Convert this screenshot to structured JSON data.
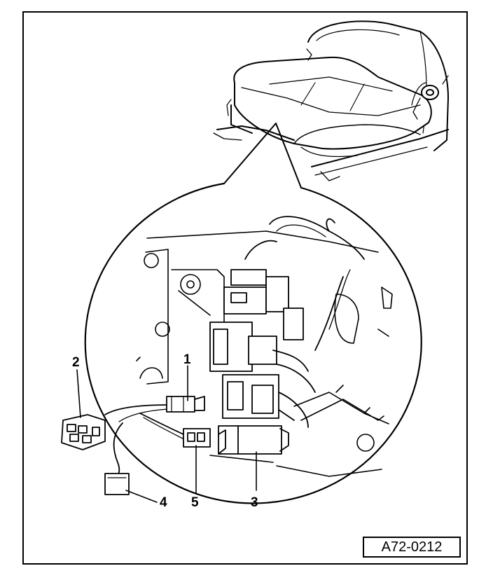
{
  "figure": {
    "reference_code": "A72-0212",
    "callouts": [
      {
        "id": "1",
        "label": "1"
      },
      {
        "id": "2",
        "label": "2"
      },
      {
        "id": "3",
        "label": "3"
      },
      {
        "id": "4",
        "label": "4"
      },
      {
        "id": "5",
        "label": "5"
      }
    ]
  }
}
